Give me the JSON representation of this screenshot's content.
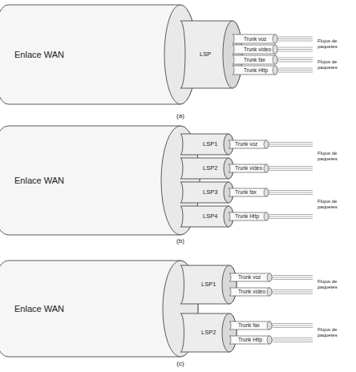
{
  "diagram": {
    "nodes": [
      {
        "text": [
          "Enlace WAN"
        ]
      },
      {
        "text": [
          "LSP"
        ],
        "in": 0
      },
      {
        "text": [
          "Trunk voz"
        ],
        "in": 1
      },
      {
        "text": [
          "Trunk vídeo"
        ],
        "in": 1
      },
      {
        "text": [
          "Trunk fax"
        ],
        "in": 1
      },
      {
        "text": [
          "Trunk Http"
        ],
        "in": 1
      },
      {
        "text": [
          "Enlace WAN"
        ]
      },
      {
        "text": [
          "LSP1"
        ],
        "in": 6
      },
      {
        "text": [
          "Trunk voz"
        ],
        "in": 7
      },
      {
        "text": [
          "LSP2"
        ],
        "in": 6
      },
      {
        "text": [
          "Trunk vídeo"
        ],
        "in": 9
      },
      {
        "text": [
          "LSP3"
        ],
        "in": 6
      },
      {
        "text": [
          "Trunk fax"
        ],
        "in": 11
      },
      {
        "text": [
          "LSP4"
        ],
        "in": 6
      },
      {
        "text": [
          "Trunk Http"
        ],
        "in": 13
      },
      {
        "text": [
          "Enlace WAN"
        ]
      },
      {
        "text": [
          "LSP1"
        ],
        "in": 15
      },
      {
        "text": [
          "Trunk voz"
        ],
        "in": 16
      },
      {
        "text": [
          "Trunk vídeo"
        ],
        "in": 16
      },
      {
        "text": [
          "LSP2"
        ],
        "in": 15
      },
      {
        "text": [
          "Trunk fax"
        ],
        "in": 19
      },
      {
        "text": [
          "Trunk Http"
        ],
        "in": 19
      }
    ],
    "labels": [
      "Flujos de paquetes",
      "Flujos de paquetes",
      "(a)",
      "Flujos de paquetes",
      "Flujos de paquetes",
      "(b)",
      "Flujos de paquetes",
      "Flujos de paquetes",
      "(c)"
    ]
  }
}
